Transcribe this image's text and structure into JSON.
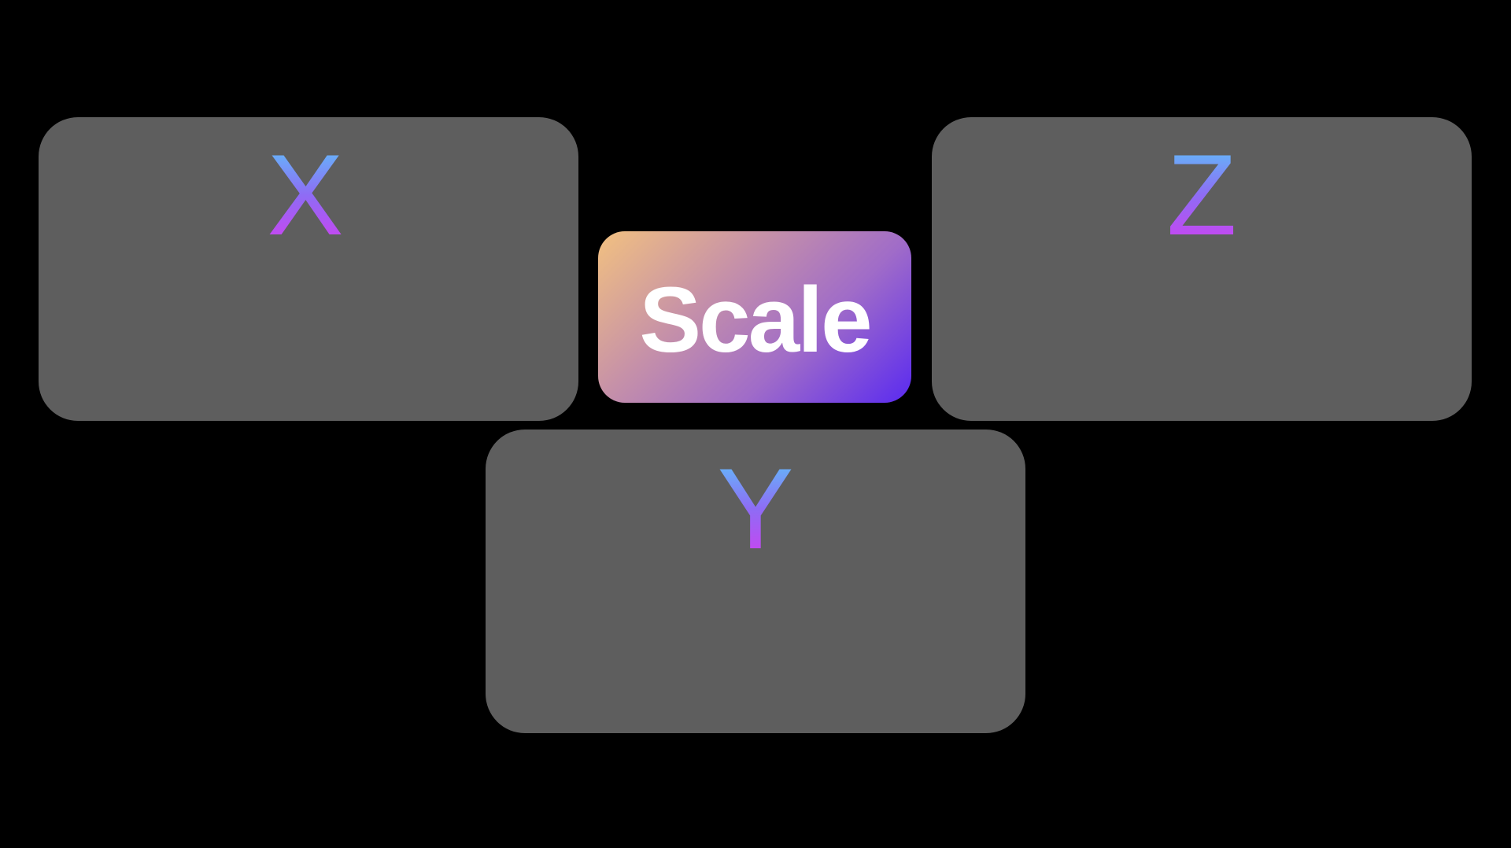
{
  "panels": {
    "x": {
      "label": "X"
    },
    "z": {
      "label": "Z"
    },
    "y": {
      "label": "Y"
    }
  },
  "badge": {
    "label": "Scale"
  },
  "colors": {
    "background": "#000000",
    "panel": "#5e5e5e",
    "letter_gradient": [
      "#5ac8fa",
      "#8e6cf5",
      "#d63cf0"
    ],
    "badge_gradient": [
      "#f2c180",
      "#c691a8",
      "#a06cc8",
      "#5a2af0"
    ],
    "badge_text": "#ffffff"
  }
}
